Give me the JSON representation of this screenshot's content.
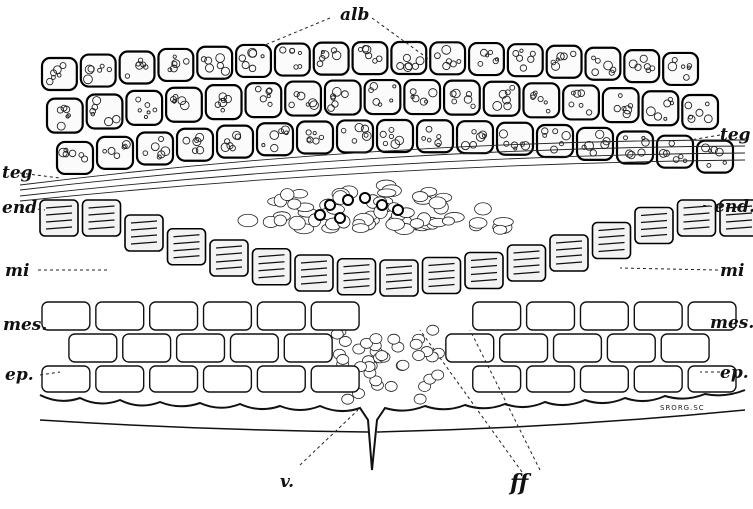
{
  "figure": {
    "labels": {
      "alb": "alb",
      "teg_left": "teg",
      "teg_right": "teg",
      "end_left": "end",
      "end_right": "end.",
      "mi_left": "mi",
      "mi_right": "mi",
      "mes_left": "mes.",
      "mes_right": "mes.",
      "ep_left": "ep.",
      "ep_right": "ep.",
      "v": "v.",
      "ff": "ff"
    },
    "signature": "SRORG.SC"
  }
}
